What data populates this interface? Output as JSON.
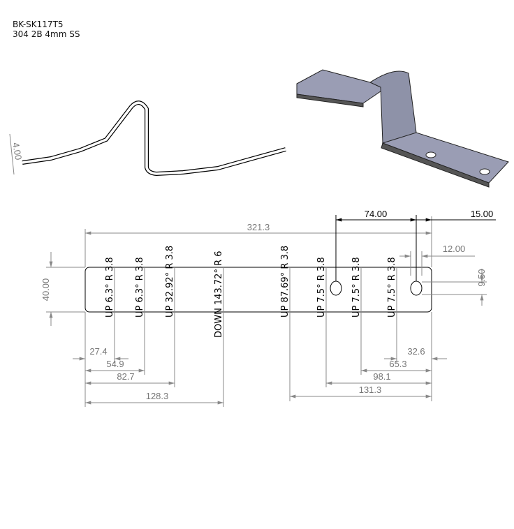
{
  "title": {
    "part_number": "BK-SK117T5",
    "material": "304 2B 4mm SS"
  },
  "profile_view": {
    "thickness_dim": "4.00"
  },
  "flat_pattern": {
    "overall_length": "321.3",
    "width": "40.00",
    "hole_spacing": "74.00",
    "hole_edge_offset": "15.00",
    "hole_width": "12.00",
    "hole_height": "9.50",
    "bends": [
      {
        "label": "UP  6.3°  R 3.8"
      },
      {
        "label": "UP  6.3°  R 3.8"
      },
      {
        "label": "UP  32.92°  R 3.8"
      },
      {
        "label": "DOWN  143.72°  R 6"
      },
      {
        "label": "UP  87.69°  R 3.8"
      },
      {
        "label": "UP  7.5°  R 3.8"
      },
      {
        "label": "UP  7.5°  R 3.8"
      },
      {
        "label": "UP  7.5°  R 3.8"
      }
    ],
    "left_dims": [
      "27.4",
      "54.9",
      "82.7",
      "128.3"
    ],
    "right_dims": [
      "32.6",
      "65.3",
      "98.1",
      "131.3"
    ]
  },
  "colors": {
    "part_fill": "#8e92a8",
    "dim_gray": "#777777"
  }
}
